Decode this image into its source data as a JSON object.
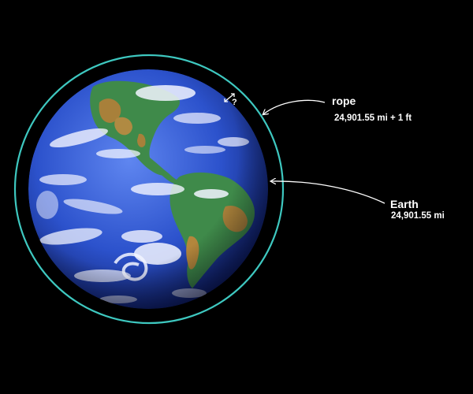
{
  "rope": {
    "label": "rope",
    "length": "24,901.55 mi + 1 ft",
    "color": "#3ec8c0"
  },
  "earth": {
    "label": "Earth",
    "circumference": "24,901.55 mi"
  },
  "gap_marker": {
    "symbol": "?",
    "icon": "double-arrow-icon"
  },
  "colors": {
    "background": "#000000",
    "ocean": "#2a4fc4",
    "land_green": "#3f8a4a",
    "land_brown": "#a8803a",
    "cloud": "#f2f4ff",
    "text": "#ffffff"
  }
}
